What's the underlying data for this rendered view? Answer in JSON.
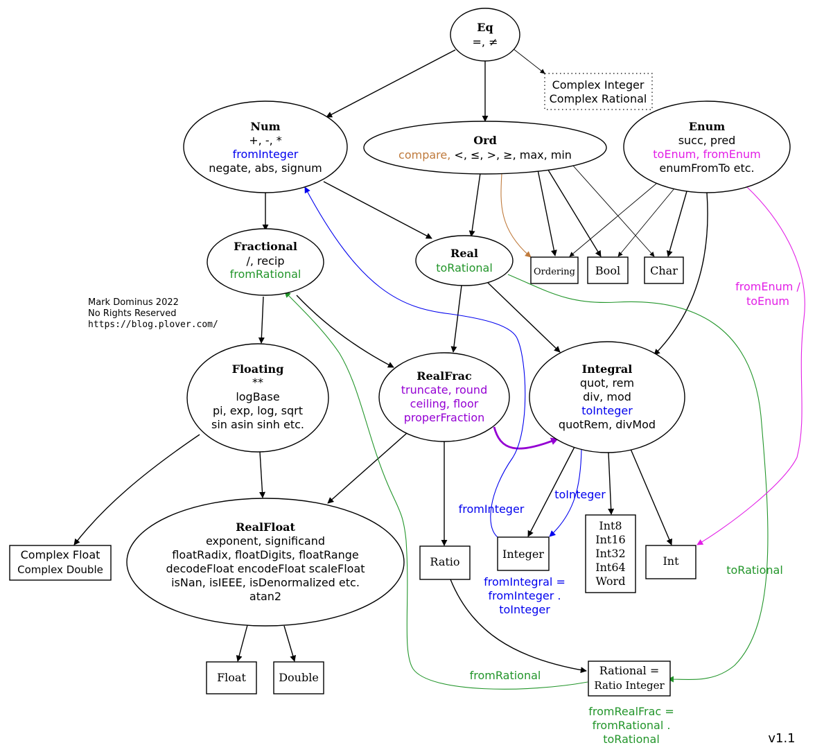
{
  "colors": {
    "black": "#000000",
    "blue": "#0000ee",
    "green": "#22952a",
    "magenta": "#e21ee6",
    "purple": "#9400d3",
    "orange": "#bf7a3c"
  },
  "credit": {
    "line1": "Mark Dominus 2022",
    "line2": "No Rights Reserved",
    "line3": "https://blog.plover.com/"
  },
  "version": "v1.1",
  "nodes": {
    "eq": {
      "title": "Eq",
      "line1": "=, ≠"
    },
    "complex_int_rat": {
      "line1": "Complex Integer",
      "line2": "Complex Rational"
    },
    "num": {
      "title": "Num",
      "line1": "+, -, *",
      "line2": "fromInteger",
      "line3": "negate, abs, signum"
    },
    "ord": {
      "title": "Ord",
      "line1a": "compare,",
      "line1b": " <, ≤, >, ≥, max, min"
    },
    "enum": {
      "title": "Enum",
      "line1": "succ, pred",
      "line2": "toEnum, fromEnum",
      "line3": "enumFromTo etc."
    },
    "fractional": {
      "title": "Fractional",
      "line1": "/, recip",
      "line2": "fromRational"
    },
    "real": {
      "title": "Real",
      "line1": "toRational"
    },
    "ordering": {
      "label": "Ordering"
    },
    "bool": {
      "label": "Bool"
    },
    "char": {
      "label": "Char"
    },
    "floating": {
      "title": "Floating",
      "line1": "**",
      "line2": "logBase",
      "line3": "pi, exp, log, sqrt",
      "line4": "sin asin sinh etc."
    },
    "realfrac": {
      "title": "RealFrac",
      "line1": "truncate, round",
      "line2": "ceiling, floor",
      "line3": "properFraction"
    },
    "integral": {
      "title": "Integral",
      "line1": "quot, rem",
      "line2": "div, mod",
      "line3": "toInteger",
      "line4": "quotRem, divMod"
    },
    "realfloat": {
      "title": "RealFloat",
      "line1": "exponent, significand",
      "line2": "floatRadix, floatDigits, floatRange",
      "line3": "decodeFloat encodeFloat scaleFloat",
      "line4": "isNan, isIEEE, isDenormalized etc.",
      "line5": "atan2"
    },
    "complex_float": {
      "line1": "Complex Float",
      "line2": "Complex Double"
    },
    "ratio": {
      "label": "Ratio"
    },
    "integer": {
      "label": "Integer"
    },
    "intn": {
      "line1": "Int8",
      "line2": "Int16",
      "line3": "Int32",
      "line4": "Int64",
      "line5": "Word"
    },
    "int": {
      "label": "Int"
    },
    "float": {
      "label": "Float"
    },
    "double": {
      "label": "Double"
    },
    "rational": {
      "line1": "Rational =",
      "line2": "Ratio Integer"
    }
  },
  "edge_labels": {
    "fromenum_toenum_1": "fromEnum /",
    "fromenum_toenum_2": "toEnum",
    "frominteger": "fromInteger",
    "tointeger": "toInteger",
    "fromintegral_1": "fromIntegral =",
    "fromintegral_2": "fromInteger .",
    "fromintegral_3": "toInteger",
    "torational": "toRational",
    "fromrational": "fromRational",
    "fromrealfrac_1": "fromRealFrac =",
    "fromrealfrac_2": "fromRational .",
    "fromrealfrac_3": "toRational"
  }
}
